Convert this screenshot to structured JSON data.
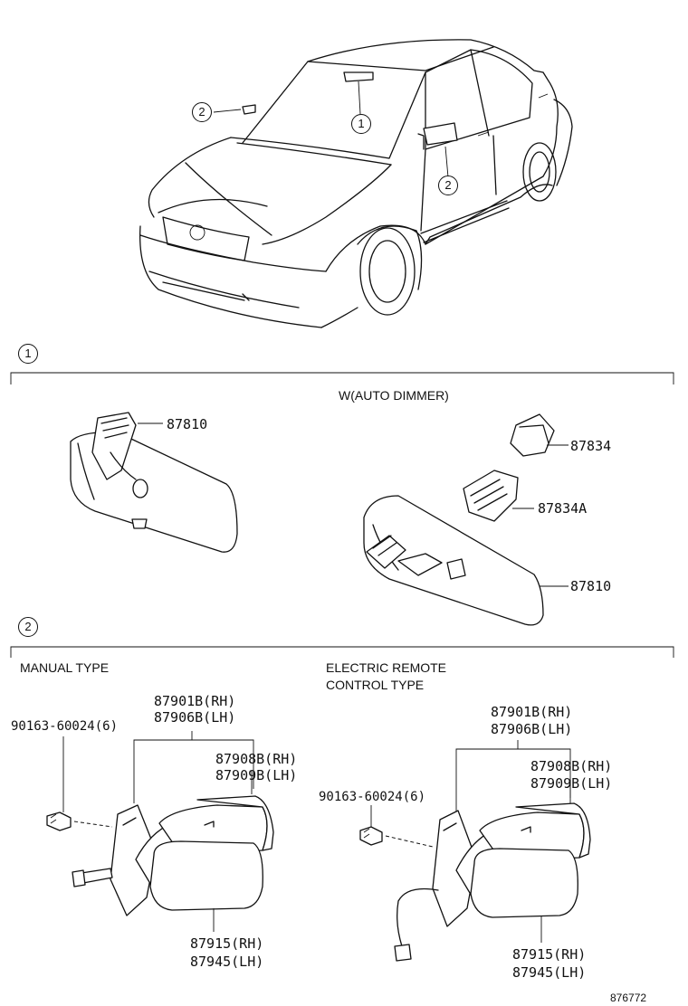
{
  "callouts": {
    "c1_top": "1",
    "c2_left": "2",
    "c2_door": "2",
    "sec1": "1",
    "sec2": "2"
  },
  "section1": {
    "header": "W(AUTO DIMMER)",
    "left": {
      "mirror": "87810"
    },
    "right": {
      "cover": "87834",
      "cover_sub": "87834A",
      "mirror": "87810"
    }
  },
  "section2": {
    "manual": {
      "title": "MANUAL TYPE",
      "screw": "90163-60024(6)",
      "body_rh": "87901B(RH)",
      "body_lh": "87906B(LH)",
      "cover_rh": "87908B(RH)",
      "cover_lh": "87909B(LH)",
      "glass_rh": "87915(RH)",
      "glass_lh": "87945(LH)"
    },
    "electric": {
      "title_l1": "ELECTRIC REMOTE",
      "title_l2": "CONTROL TYPE",
      "screw": "90163-60024(6)",
      "body_rh": "87901B(RH)",
      "body_lh": "87906B(LH)",
      "cover_rh": "87908B(RH)",
      "cover_lh": "87909B(LH)",
      "glass_rh": "87915(RH)",
      "glass_lh": "87945(LH)"
    }
  },
  "footer": {
    "code": "876772"
  }
}
